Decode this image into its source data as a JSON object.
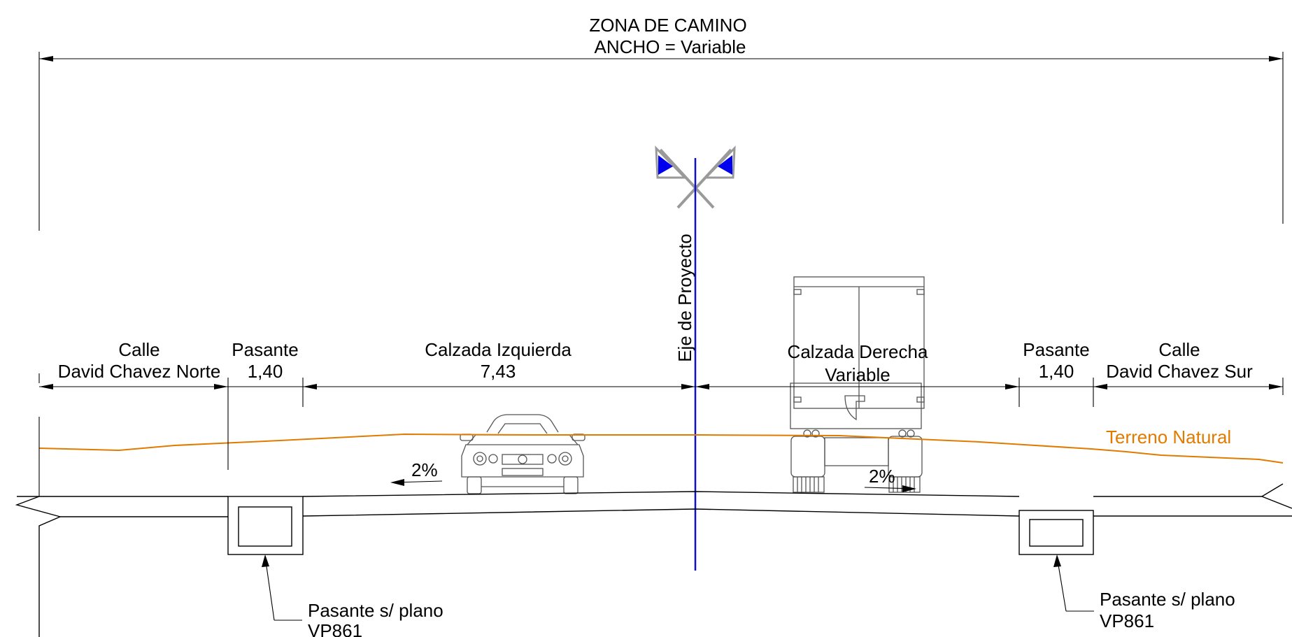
{
  "title": {
    "line1": "ZONA DE CAMINO",
    "line2": "ANCHO = Variable"
  },
  "axis_label": "Eje de Proyecto",
  "segments": {
    "calle_norte": {
      "line1": "Calle",
      "line2": "David Chavez Norte"
    },
    "pasante_left": {
      "line1": "Pasante",
      "line2": "1,40"
    },
    "calzada_izq": {
      "line1": "Calzada Izquierda",
      "line2": "7,43"
    },
    "calzada_der": {
      "line1": "Calzada Derecha",
      "line2": "Variable"
    },
    "pasante_right": {
      "line1": "Pasante",
      "line2": "1,40"
    },
    "calle_sur": {
      "line1": "Calle",
      "line2": "David Chavez Sur"
    }
  },
  "slopes": {
    "left": "2%",
    "right": "2%"
  },
  "terrain_label": "Terreno Natural",
  "callouts": {
    "left": {
      "line1": "Pasante s/ plano",
      "line2": "VP861"
    },
    "right": {
      "line1": "Pasante s/ plano",
      "line2": "VP861"
    }
  },
  "colors": {
    "terrain": "#e07b00",
    "axis": "#1010cc",
    "flag_fill": "#0000ee",
    "flag_frame": "#9a9a9a",
    "lines": "#000000"
  },
  "icons": {
    "axis_marker": "crossed-flags-icon",
    "car": "car-front-icon",
    "truck": "truck-rear-icon",
    "slope_arrow": "arrow-icon",
    "culvert": "box-culvert-icon"
  }
}
